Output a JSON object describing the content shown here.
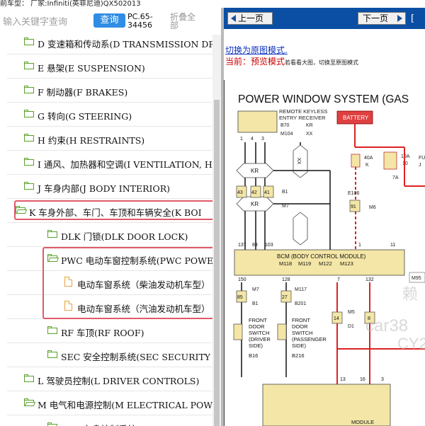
{
  "topbar": {
    "text": "前车型：  厂家:Infiniti(英菲尼迪)QX502013"
  },
  "toolbar": {
    "search_placeholder": "输入关键字查询",
    "search_button": "查询",
    "code_line1": "PC.65-",
    "code_line2": "34456",
    "collapse_line1": "折叠全",
    "collapse_line2": "部"
  },
  "tree": {
    "items": [
      {
        "label": "D 变速箱和传动系(D TRANSMISSION DRIV",
        "icon": "folder-icon",
        "level": 1
      },
      {
        "label": "E 悬架(E SUSPENSION)",
        "icon": "folder-icon",
        "level": 1
      },
      {
        "label": "F 制动器(F BRAKES)",
        "icon": "folder-icon",
        "level": 1
      },
      {
        "label": "G 转向(G STEERING)",
        "icon": "folder-icon",
        "level": 1
      },
      {
        "label": "H 约束(H RESTRAINTS)",
        "icon": "folder-icon",
        "level": 1
      },
      {
        "label": "I 通风、加热器和空调(I VENTILATION, HE",
        "icon": "folder-icon",
        "level": 1
      },
      {
        "label": "J 车身内部(J BODY INTERIOR)",
        "icon": "folder-icon",
        "level": 1
      },
      {
        "label": "K 车身外部、车门、车顶和车辆安全(K BOI",
        "icon": "folder-open-icon",
        "level": 0
      },
      {
        "label": "DLK 门锁(DLK DOOR LOCK)",
        "icon": "folder-icon",
        "level": 2
      },
      {
        "label": "PWC 电动车窗控制系统(PWC POWER",
        "icon": "folder-open-icon",
        "level": 2
      },
      {
        "label": "电动车窗系统（柴油发动机车型）",
        "icon": "document-icon",
        "level": 3
      },
      {
        "label": "电动车窗系统（汽油发动机车型）",
        "icon": "document-icon",
        "level": 3
      },
      {
        "label": "RF 车顶(RF ROOF)",
        "icon": "folder-icon",
        "level": 2
      },
      {
        "label": "SEC 安全控制系统(SEC SECURITY C",
        "icon": "folder-icon",
        "level": 2
      },
      {
        "label": "L 驾驶员控制(L DRIVER CONTROLS)",
        "icon": "folder-icon",
        "level": 1
      },
      {
        "label": "M 电气和电源控制(M ELECTRICAL POWE",
        "icon": "folder-open-icon",
        "level": 1
      },
      {
        "label": "BCS 车身控制系统(BCS BODY CONT",
        "icon": "folder-icon",
        "level": 2
      }
    ]
  },
  "viewer": {
    "prev_button": "上一页",
    "next_button": "下一页",
    "extra": "[",
    "mode_link": "切换为原图模式.",
    "mode_prefix": "当前：",
    "mode_name": "预览模式",
    "mode_hint": "若看看大图，切换至原图模式"
  },
  "diagram": {
    "title": "POWER WINDOW SYSTEM (GAS",
    "remote_line1": "REMOTE KEYLESS",
    "remote_line2": "ENTRY RECEIVER",
    "conn_b70": "B70",
    "conn_kr1": "KR",
    "conn_m104": "M104",
    "conn_xx1": "XX",
    "battery": "BATTERY",
    "fuse1_amp": "40A",
    "fuse1_id": "K",
    "fuse2_amp": "10A",
    "fuse2_id": "10",
    "fuse3_id": "7A",
    "fuse4_label": "FU",
    "fuse4_id": "J",
    "pin1": "1",
    "pin4": "4",
    "pin3": "3",
    "kr_label": "KR",
    "xx_label": "XX",
    "kr_label2": "KR",
    "pin43": "43",
    "pin42": "42",
    "pin41": "41",
    "conn_b1": "B1",
    "conn_m7": "M7",
    "conn_e106": "E106",
    "pin91": "91",
    "conn_m6": "M6",
    "pin137": "137",
    "pin83": "83",
    "pin103": "103",
    "pin1b": "1",
    "pin11": "11",
    "pin13": "13",
    "bcm": "BCM (BODY CONTROL MODULE)",
    "m118": "M118",
    "m119": "M119",
    "m122": "M122",
    "m123": "M123",
    "pin150": "150",
    "pin128": "128",
    "pin7": "7",
    "pin132": "132",
    "conn_m95": "M95",
    "pin85": "85",
    "pin27": "27",
    "conn_m7b": "M7",
    "conn_b1b": "B1",
    "conn_m117": "M117",
    "conn_b201": "B201",
    "pin14": "14",
    "conn_m5": "M5",
    "conn_d1": "D1",
    "pin8": "8",
    "sw1_l1": "FRONT",
    "sw1_l2": "DOOR",
    "sw1_l3": "SWITCH",
    "sw1_l4": "(DRIVER",
    "sw1_l5": "SIDE)",
    "sw1_conn": "B16",
    "sw2_l1": "FRONT",
    "sw2_l2": "DOOR",
    "sw2_l3": "SWITCH",
    "sw2_l4": "(PASSENGER",
    "sw2_l5": "SIDE)",
    "sw2_conn": "B216",
    "pin13b": "13",
    "pin16": "16",
    "pin3b": "3",
    "module": "MODULE",
    "watermark1": "car38",
    "watermark2": "CY2",
    "watermark3": "赖"
  }
}
